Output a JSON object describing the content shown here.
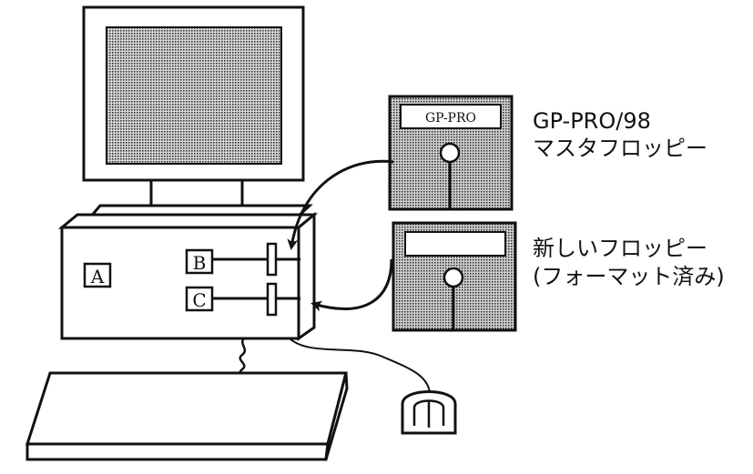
{
  "computer": {
    "drive_labels": {
      "a": "A",
      "b": "B",
      "c": "C"
    }
  },
  "master_floppy": {
    "label_text": "GP-PRO",
    "caption_line1": "GP-PRO/98",
    "caption_line2": "マスタフロッピー"
  },
  "new_floppy": {
    "label_text": "",
    "caption_line1": "新しいフロッピー",
    "caption_line2": "(フォーマット済み)"
  },
  "colors": {
    "line": "#111111",
    "screen_fill": "#777777",
    "disk_fill": "#9a9a9a",
    "background": "#ffffff"
  }
}
